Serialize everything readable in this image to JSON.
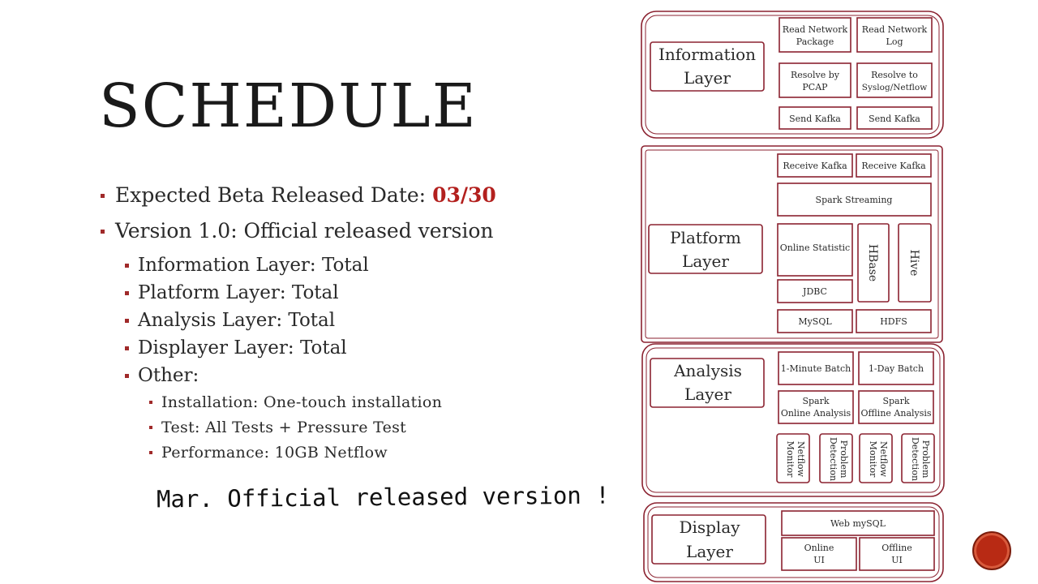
{
  "title": "SCHEDULE",
  "bullets": {
    "beta_prefix": "Expected Beta Released Date: ",
    "beta_date": "03/30",
    "version": "Version 1.0: Official released version",
    "sub": [
      "Information Layer: Total",
      "Platform Layer: Total",
      "Analysis Layer: Total",
      "Displayer Layer: Total",
      "Other:"
    ],
    "other": [
      "Installation: One-touch installation",
      "Test: All Tests + Pressure Test",
      "Performance:  10GB Netflow"
    ]
  },
  "note": "Mar. Official released version !",
  "diagram": {
    "information": {
      "label_1": "Information",
      "label_2": "Layer",
      "read_network_package": [
        "Read Network",
        "Package"
      ],
      "read_network_log": [
        "Read Network",
        "Log"
      ],
      "resolve_pcap": [
        "Resolve by",
        "PCAP"
      ],
      "resolve_syslog": [
        "Resolve to",
        "Syslog/Netflow"
      ],
      "send_kafka_1": "Send Kafka",
      "send_kafka_2": "Send Kafka"
    },
    "platform": {
      "label_1": "Platform",
      "label_2": "Layer",
      "receive_kafka_1": "Receive Kafka",
      "receive_kafka_2": "Receive Kafka",
      "spark_streaming": "Spark Streaming",
      "online_statistic": "Online Statistic",
      "hbase": "HBase",
      "hive": "Hive",
      "jdbc": "JDBC",
      "mysql": "MySQL",
      "hdfs": "HDFS"
    },
    "analysis": {
      "label_1": "Analysis",
      "label_2": "Layer",
      "minute_batch": "1-Minute Batch",
      "day_batch": "1-Day Batch",
      "spark_online": [
        "Spark",
        "Online Analysis"
      ],
      "spark_offline": [
        "Spark",
        "Offline Analysis"
      ],
      "netflow_monitor": [
        "Netflow",
        "Monitor"
      ],
      "problem_detection": [
        "Problem",
        "Detection"
      ]
    },
    "display": {
      "label_1": "Display",
      "label_2": "Layer",
      "web_mysql": "Web mySQL",
      "online_ui": [
        "Online",
        "UI"
      ],
      "offline_ui": [
        "Offline",
        "UI"
      ]
    }
  },
  "colors": {
    "accent": "#b3201e",
    "diagram_stroke": "#8b2230",
    "bullet": "#a02a2a",
    "slide_number_badge": "#b82a14"
  }
}
